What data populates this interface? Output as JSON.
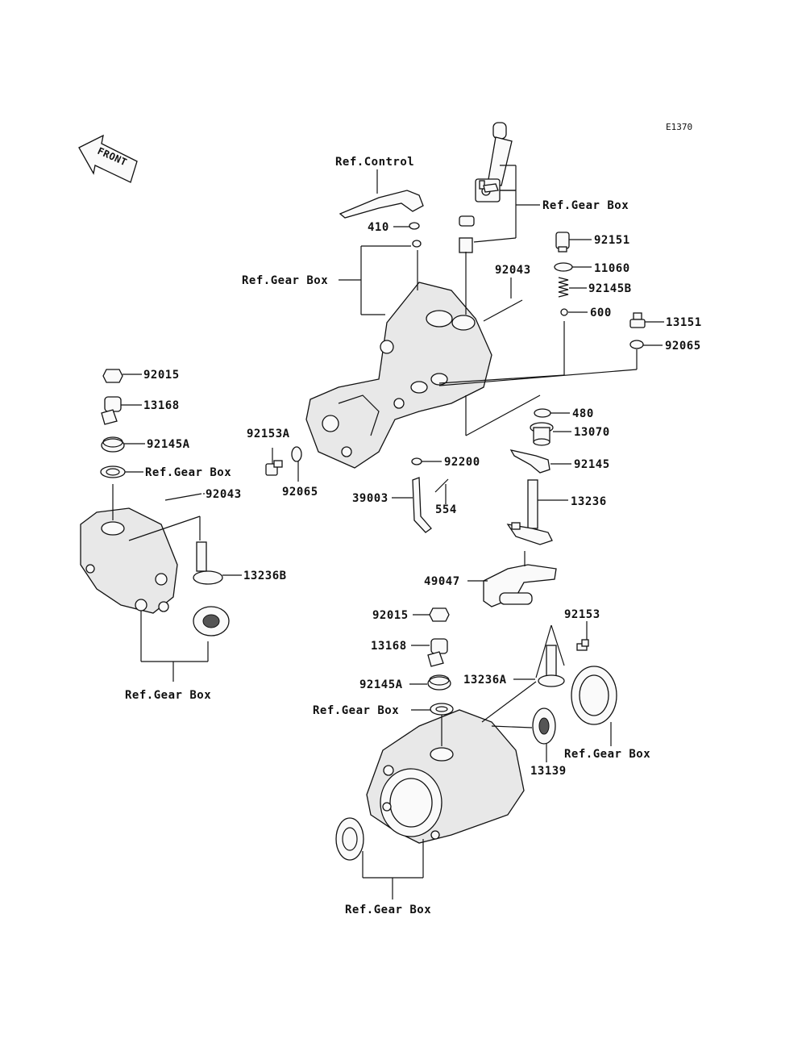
{
  "diagram_code": "E1370",
  "front_label": "FRONT",
  "labels": {
    "ref_control": "Ref.Control",
    "ref_gear_box": "Ref.Gear Box",
    "p410": "410",
    "p92151": "92151",
    "p11060": "11060",
    "p92145B": "92145B",
    "p600": "600",
    "p13151": "13151",
    "p92065": "92065",
    "p92043": "92043",
    "p480": "480",
    "p13070": "13070",
    "p92145": "92145",
    "p13236": "13236",
    "p92015": "92015",
    "p13168": "13168",
    "p92145A": "92145A",
    "p92153A": "92153A",
    "p92200": "92200",
    "p39003": "39003",
    "p554": "554",
    "p13236B": "13236B",
    "p49047": "49047",
    "p92153": "92153",
    "p13236A": "13236A",
    "p13139": "13139"
  }
}
